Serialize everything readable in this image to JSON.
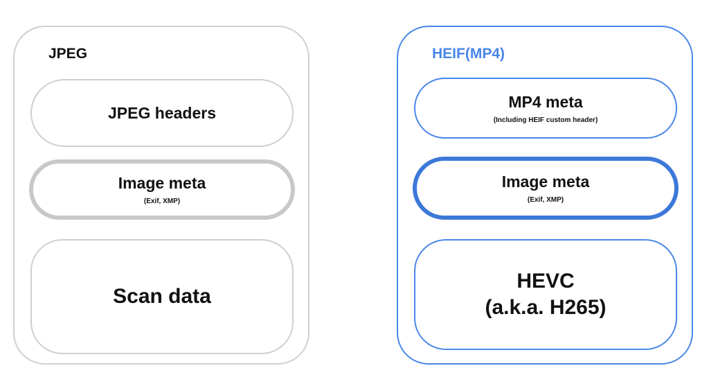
{
  "jpeg": {
    "title": "JPEG",
    "headers": "JPEG headers",
    "image_meta": {
      "label": "Image meta",
      "sub": "(Exif, XMP)"
    },
    "scan_data": "Scan data"
  },
  "heif": {
    "title": "HEIF(MP4)",
    "mp4_meta": {
      "label": "MP4 meta",
      "sub": "(Including HEIF custom header)"
    },
    "image_meta": {
      "label": "Image meta",
      "sub": "(Exif, XMP)"
    },
    "hevc": {
      "line1": "HEVC",
      "line2": "(a.k.a. H265)"
    }
  },
  "colors": {
    "jpeg_border": "#cfcfcf",
    "jpeg_meta_border": "#c8c8c8",
    "heif_accent": "#4a86e8",
    "heif_meta_border": "#3c78d8"
  }
}
